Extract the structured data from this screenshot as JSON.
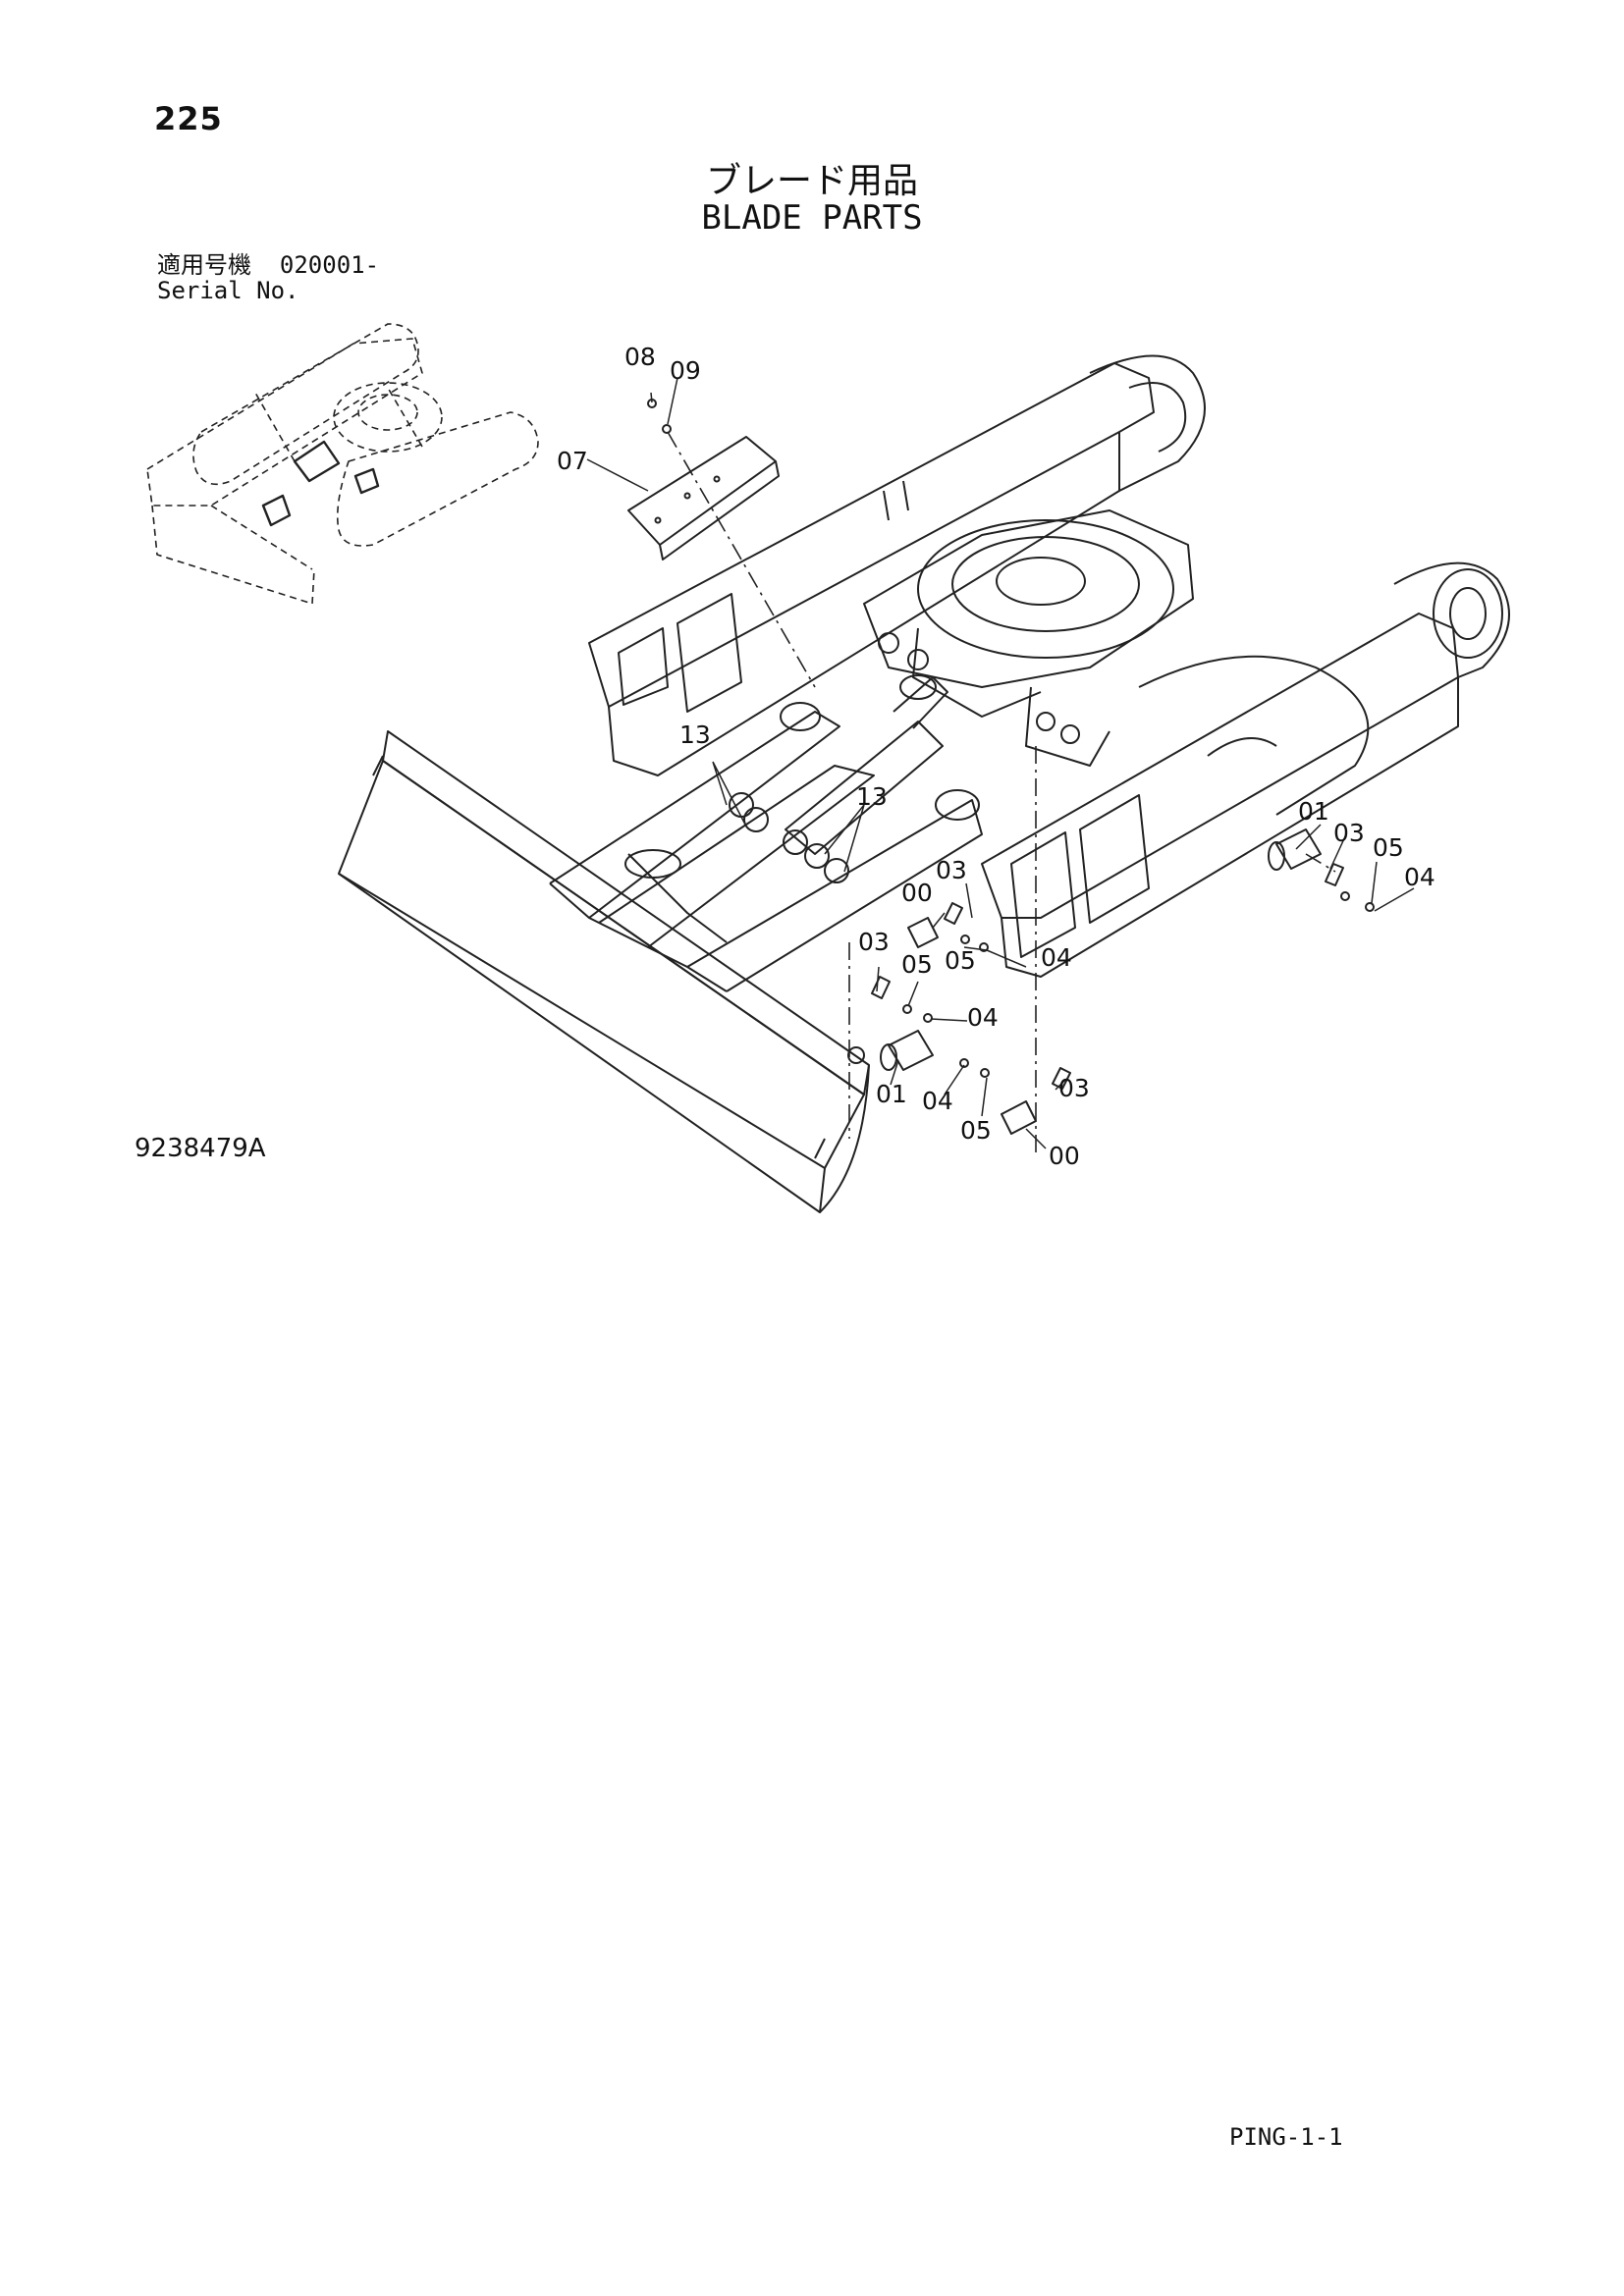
{
  "page": {
    "number": "225",
    "title_jp": "ブレード用品",
    "title_en": "BLADE PARTS",
    "serial_label_jp": "適用号機",
    "serial_value": "020001-",
    "serial_label_en": "Serial No.",
    "drawing_number": "9238479A",
    "sheet_code": "PING-1-1"
  },
  "callouts": [
    "08",
    "09",
    "07",
    "13",
    "13",
    "01",
    "03",
    "05",
    "04",
    "03",
    "00",
    "05",
    "04",
    "03",
    "05",
    "04",
    "01",
    "04",
    "05",
    "03",
    "00"
  ]
}
